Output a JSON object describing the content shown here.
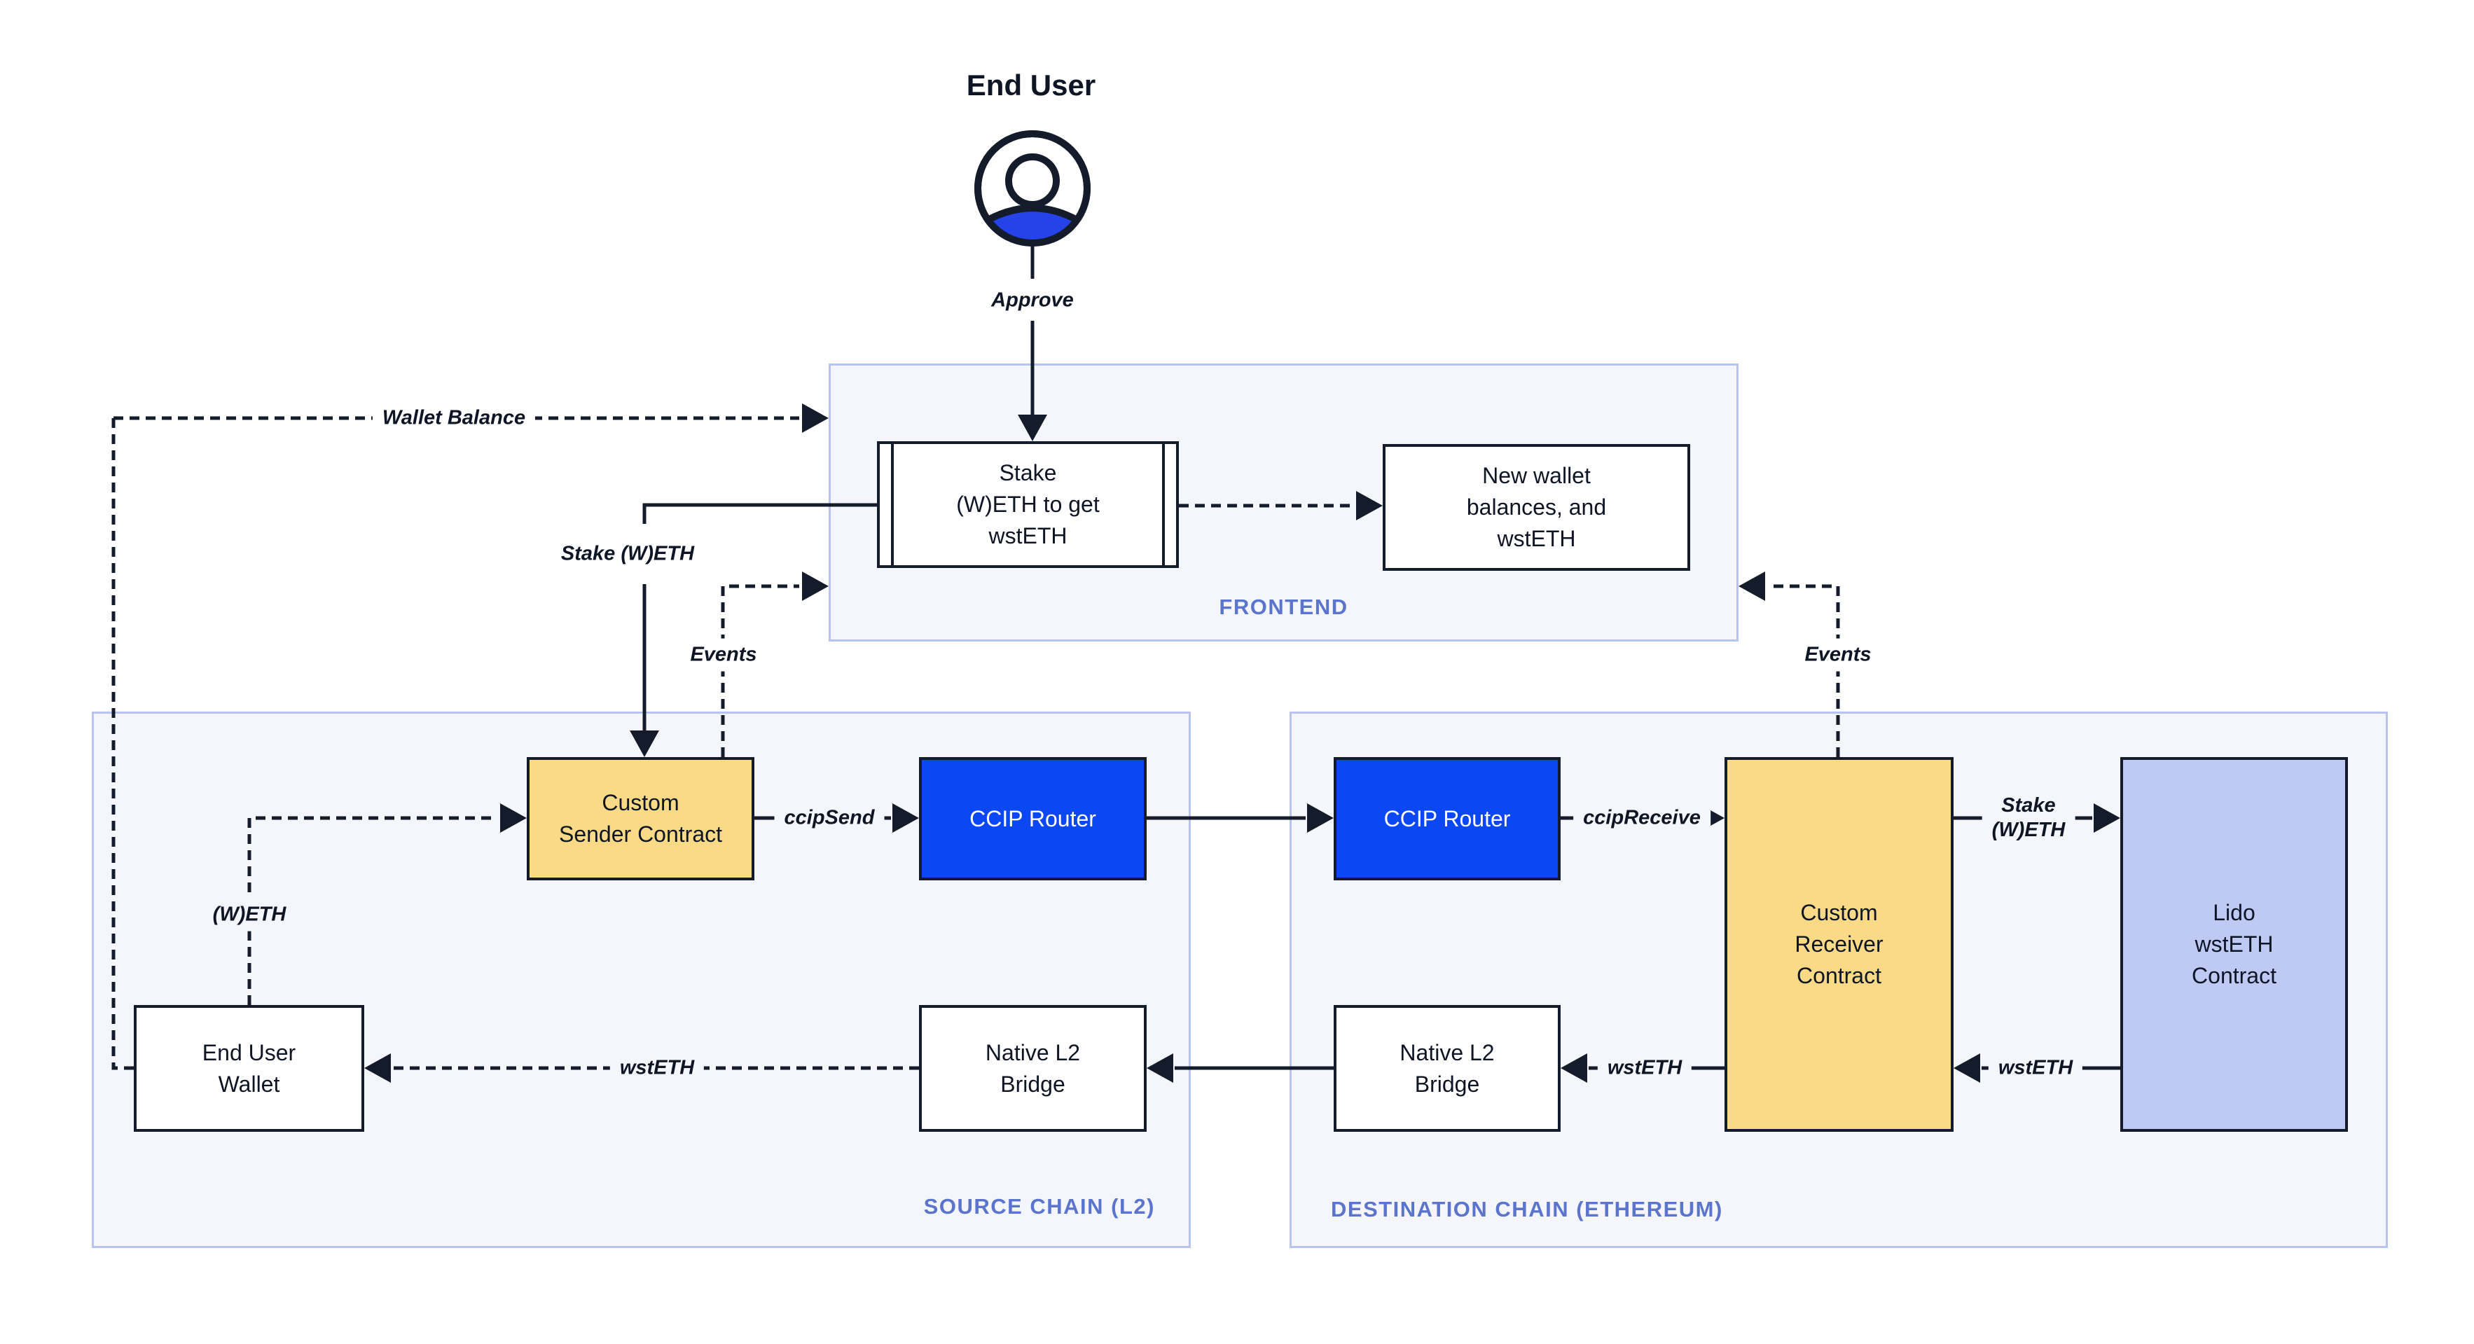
{
  "end_user": {
    "title": "End User"
  },
  "edges": {
    "approve": "Approve",
    "wallet_balance": "Wallet Balance",
    "stake_weth": "Stake (W)ETH",
    "events_left": "Events",
    "events_right": "Events",
    "ccip_send": "ccipSend",
    "ccip_receive": "ccipReceive",
    "weth": "(W)ETH",
    "stake_weth_line1": "Stake",
    "stake_weth_line2": "(W)ETH",
    "wsteth_to_wallet": "wstETH",
    "wsteth_lido_to_receiver": "wstETH",
    "wsteth_receiver_to_bridge": "wstETH"
  },
  "frontend": {
    "label": "FRONTEND",
    "stake_box": {
      "line1": "Stake",
      "line2": "(W)ETH to get",
      "line3": "wstETH"
    },
    "result_box": {
      "line1": "New wallet",
      "line2": "balances, and",
      "line3": "wstETH"
    }
  },
  "source_chain": {
    "label": "SOURCE CHAIN (L2)",
    "sender": {
      "line1": "Custom",
      "line2": "Sender Contract"
    },
    "router": "CCIP Router",
    "wallet": {
      "line1": "End User",
      "line2": "Wallet"
    },
    "bridge": {
      "line1": "Native L2",
      "line2": "Bridge"
    }
  },
  "destination_chain": {
    "label": "DESTINATION CHAIN (ETHEREUM)",
    "router": "CCIP Router",
    "receiver": {
      "line1": "Custom",
      "line2": "Receiver",
      "line3": "Contract"
    },
    "lido": {
      "line1": "Lido",
      "line2": "wstETH",
      "line3": "Contract"
    },
    "bridge": {
      "line1": "Native L2",
      "line2": "Bridge"
    }
  },
  "colors": {
    "router_blue": "#0B47F2",
    "contract_yellow": "#FBDA87",
    "lido_periwinkle": "#BFCAF4",
    "panel_bg": "#F5F6FB",
    "panel_border": "#B8C3EF",
    "panel_label_blue": "#5B74CE",
    "line_dark": "#141C2C",
    "user_icon_blue": "#2543E9"
  }
}
